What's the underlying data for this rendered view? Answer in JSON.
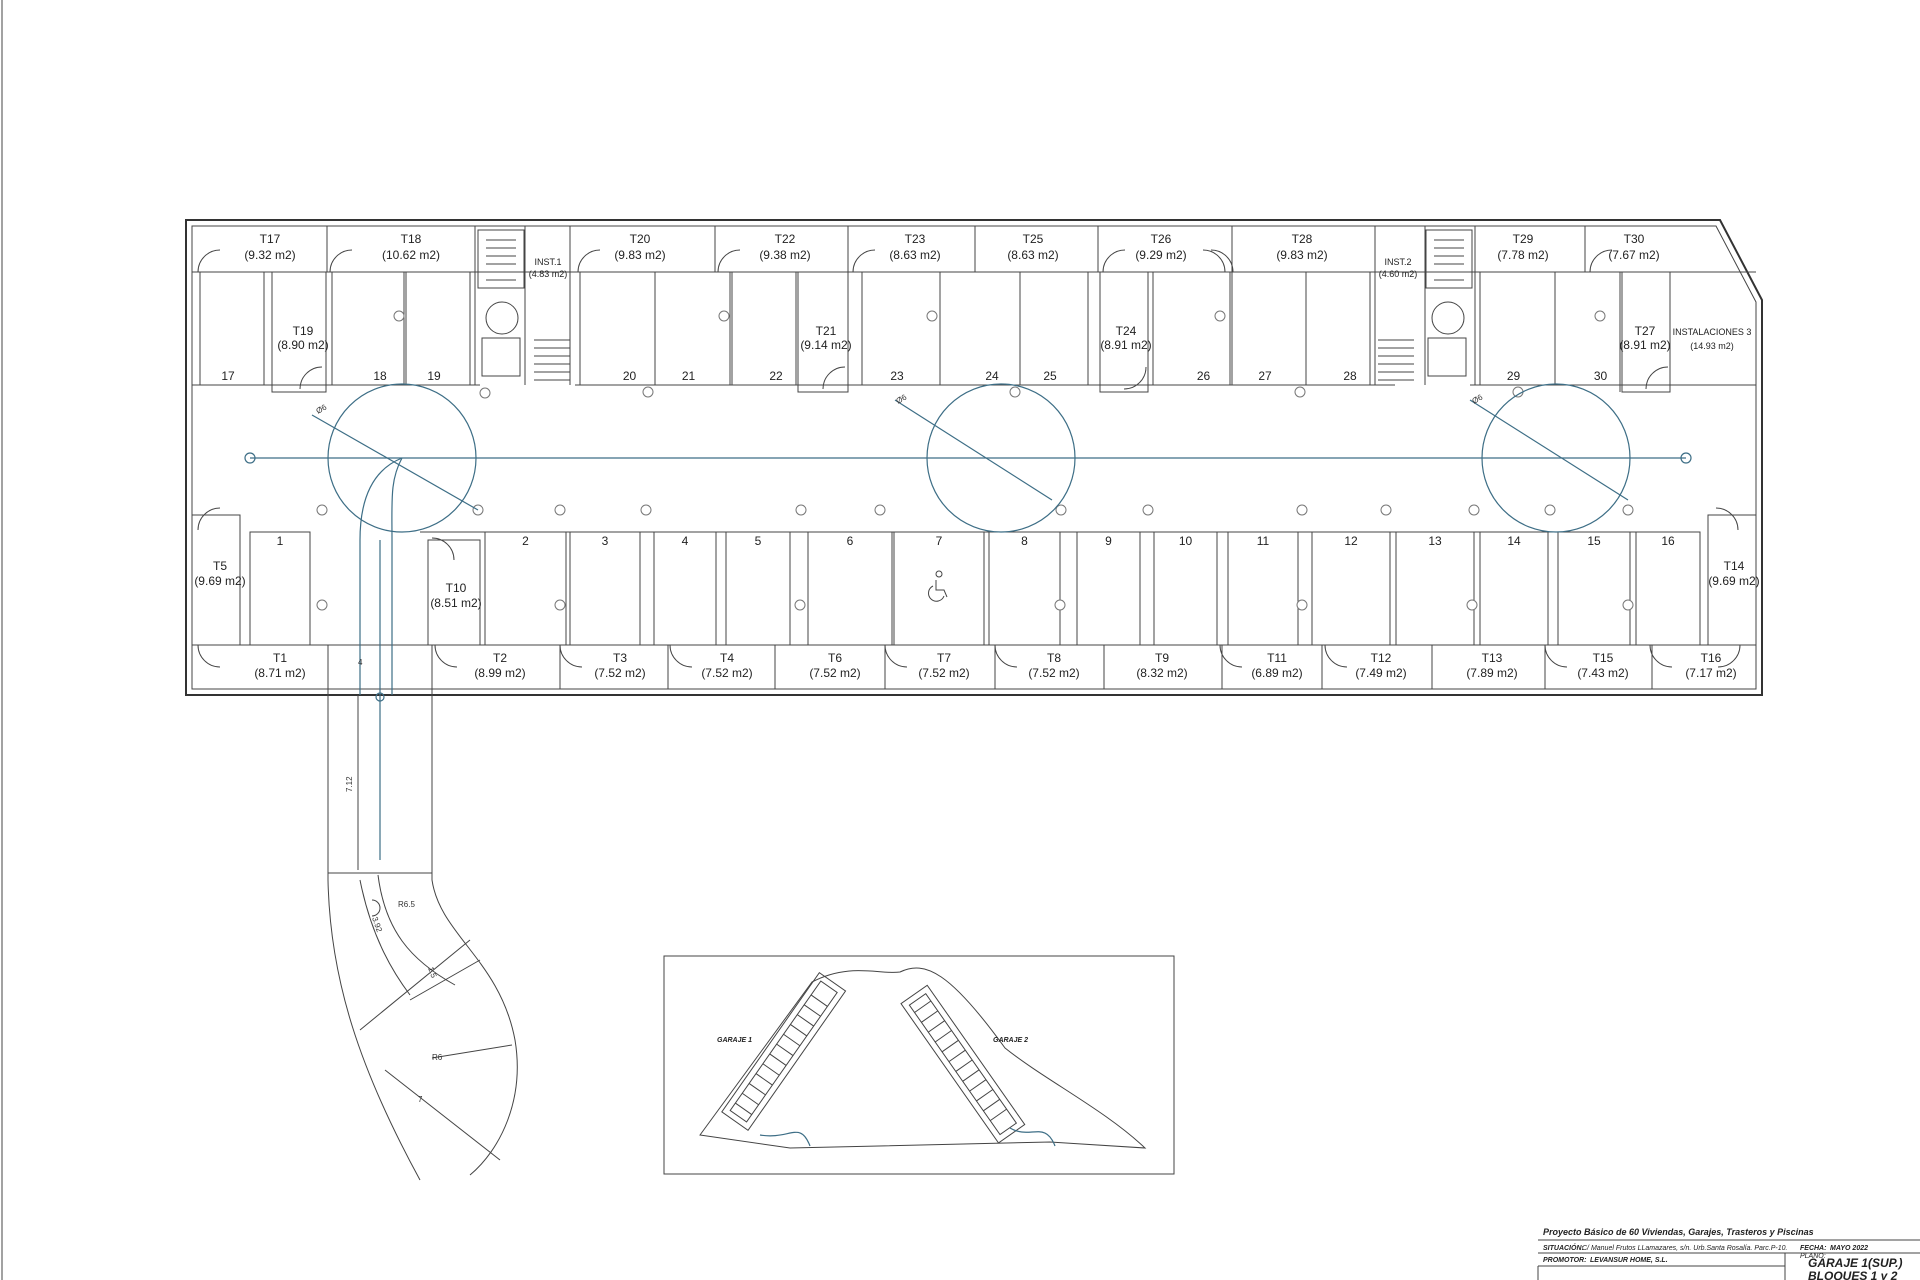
{
  "storage_top": [
    {
      "id": "T17",
      "area": "(9.32 m2)"
    },
    {
      "id": "T18",
      "area": "(10.62 m2)"
    },
    {
      "id": "INST.1",
      "area": "(4.83 m2)"
    },
    {
      "id": "T20",
      "area": "(9.83 m2)"
    },
    {
      "id": "T22",
      "area": "(9.38 m2)"
    },
    {
      "id": "T23",
      "area": "(8.63 m2)"
    },
    {
      "id": "T25",
      "area": "(8.63 m2)"
    },
    {
      "id": "T26",
      "area": "(9.29 m2)"
    },
    {
      "id": "T28",
      "area": "(9.83 m2)"
    },
    {
      "id": "INST.2",
      "area": "(4.60 m2)"
    },
    {
      "id": "T29",
      "area": "(7.78 m2)"
    },
    {
      "id": "T30",
      "area": "(7.67 m2)"
    }
  ],
  "storage_mid_top": [
    {
      "id": "T19",
      "area": "(8.90 m2)"
    },
    {
      "id": "T21",
      "area": "(9.14 m2)"
    },
    {
      "id": "T24",
      "area": "(8.91 m2)"
    },
    {
      "id": "T27",
      "area": "(8.91 m2)"
    },
    {
      "id": "INSTALACIONES 3",
      "area": "(14.93 m2)"
    }
  ],
  "storage_side": [
    {
      "id": "T5",
      "area": "(9.69 m2)"
    },
    {
      "id": "T10",
      "area": "(8.51 m2)"
    },
    {
      "id": "T14",
      "area": "(9.69 m2)"
    }
  ],
  "storage_bottom": [
    {
      "id": "T1",
      "area": "(8.71 m2)"
    },
    {
      "id": "T2",
      "area": "(8.99 m2)"
    },
    {
      "id": "T3",
      "area": "(7.52 m2)"
    },
    {
      "id": "T4",
      "area": "(7.52 m2)"
    },
    {
      "id": "T6",
      "area": "(7.52 m2)"
    },
    {
      "id": "T7",
      "area": "(7.52 m2)"
    },
    {
      "id": "T8",
      "area": "(7.52 m2)"
    },
    {
      "id": "T9",
      "area": "(8.32 m2)"
    },
    {
      "id": "T11",
      "area": "(6.89 m2)"
    },
    {
      "id": "T12",
      "area": "(7.49 m2)"
    },
    {
      "id": "T13",
      "area": "(7.89 m2)"
    },
    {
      "id": "T15",
      "area": "(7.43 m2)"
    },
    {
      "id": "T16",
      "area": "(7.17 m2)"
    }
  ],
  "spaces_top": [
    "17",
    "18",
    "19",
    "20",
    "21",
    "22",
    "23",
    "24",
    "25",
    "26",
    "27",
    "28",
    "29",
    "30"
  ],
  "spaces_bottom": [
    "1",
    "2",
    "3",
    "4",
    "5",
    "6",
    "7",
    "8",
    "9",
    "10",
    "11",
    "12",
    "13",
    "14",
    "15",
    "16"
  ],
  "turning_circle_label": "Ø6",
  "ramp_dims": [
    "4",
    "7.12",
    "R6.5",
    "3.92",
    "1.5",
    "R6",
    "7"
  ],
  "keyplan": {
    "garage1": "GARAJE 1",
    "garage2": "GARAJE 2"
  },
  "title_block": {
    "project": "Proyecto Básico de 60 Viviendas, Garajes, Trasteros y Piscinas",
    "situation_label": "SITUACIÓN:",
    "situation": "C/ Manuel Frutos LLamazares, s/n. Urb.Santa Rosalía. Parc.P-10.",
    "promoter_label": "PROMOTOR:",
    "promoter": "LEVANSUR HOME, S.L.",
    "date_label": "FECHA:",
    "date": "MAYO 2022",
    "plan_label": "PLANO:",
    "plan_1": "GARAJE 1(SUP.)",
    "plan_2": "BLOQUES 1 y 2"
  },
  "colors": {
    "wall": "#333333",
    "circulation": "#3d6e86"
  }
}
